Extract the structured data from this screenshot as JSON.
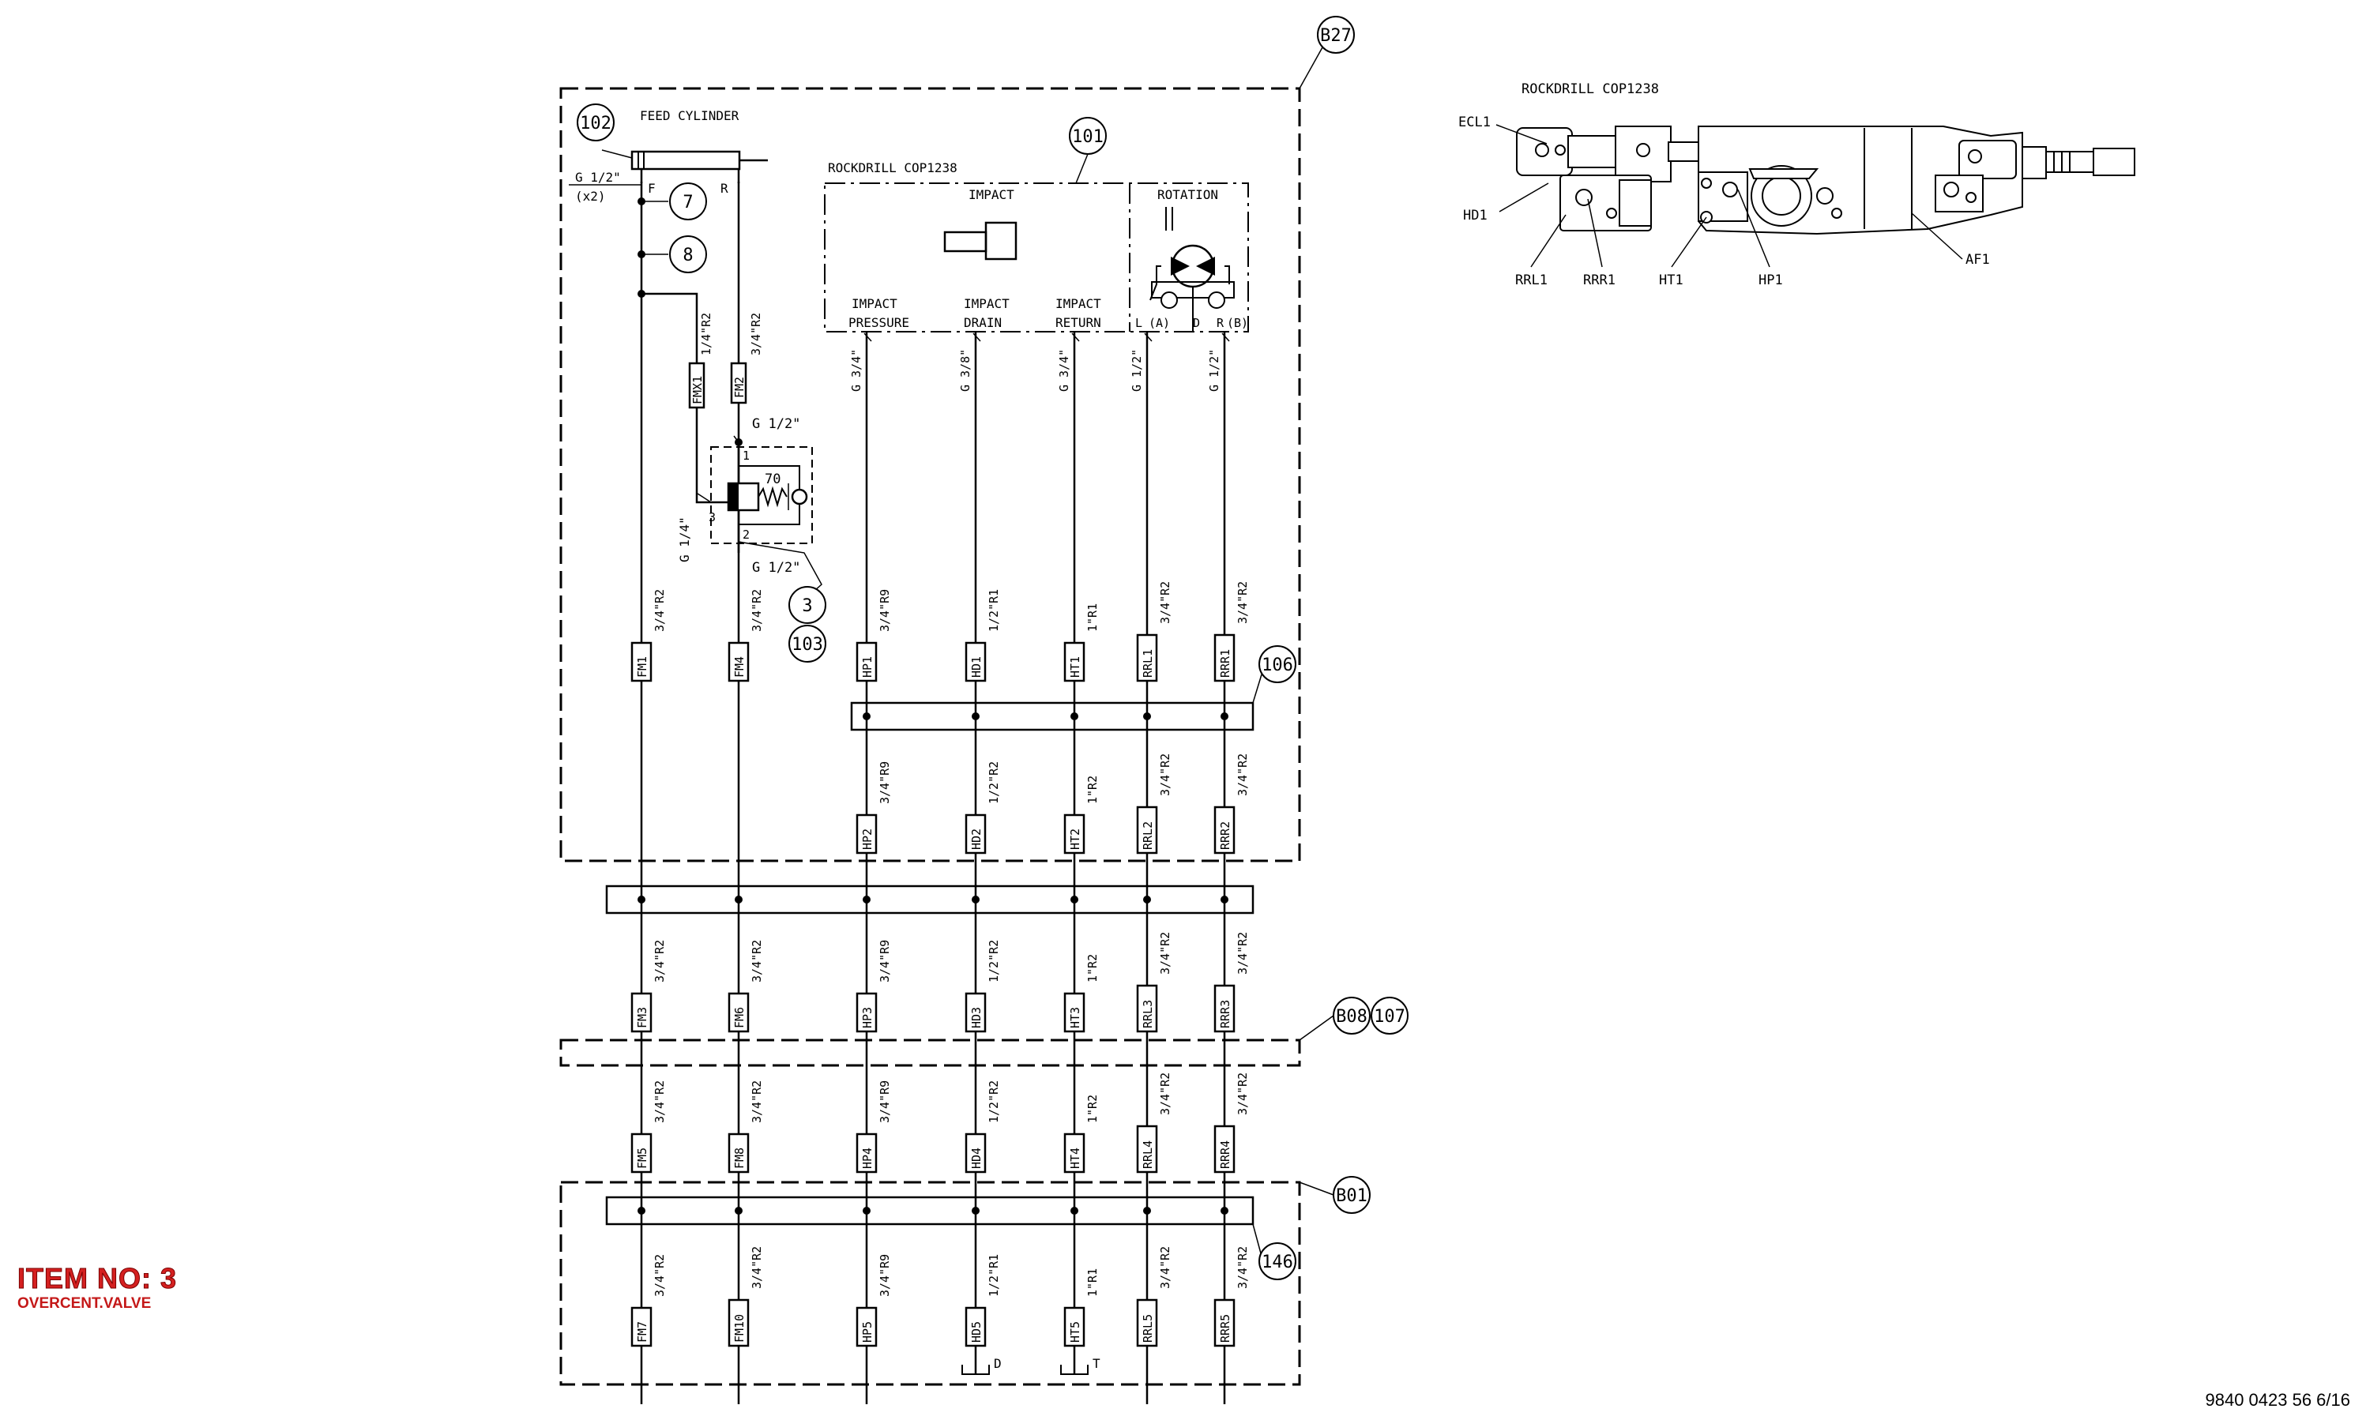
{
  "sheet": {
    "item_label": "ITEM NO: 3",
    "item_description": "OVERCENT.VALVE",
    "document_number": "9840 0423 56 6/16"
  },
  "balloons": {
    "b27": "B27",
    "b08": "B08",
    "b01": "B01",
    "n101": "101",
    "n102": "102",
    "n103": "103",
    "n106": "106",
    "n107": "107",
    "n146": "146",
    "n3": "3",
    "n7": "7",
    "n8": "8"
  },
  "feed_cylinder": {
    "title": "FEED CYLINDER",
    "port_size": "G 1/2\"",
    "port_qty": "(x2)",
    "port_f": "F",
    "port_r": "R"
  },
  "overcentre_valve": {
    "setting": "70",
    "port_1": "1",
    "port_2": "2",
    "port_3": "3",
    "top_size": "G 1/2\"",
    "bottom_size": "G 1/2\"",
    "side_size": "G 1/4\""
  },
  "rockdrill": {
    "title": "ROCKDRILL  COP1238",
    "impact_label": "IMPACT",
    "rotation_label": "ROTATION",
    "ports": [
      "IMPACT\nPRESSURE",
      "IMPACT\nDRAIN",
      "IMPACT\nRETURN"
    ],
    "port_sizes": [
      "G 3/4\"",
      "G 3/8\"",
      "G 3/4\"",
      "G 1/2\"",
      "G 1/2\""
    ],
    "rotation_ports": {
      "l": "L",
      "a": "(A)",
      "d": "D",
      "r": "R",
      "b": "(B)"
    }
  },
  "feed_hoses": {
    "fmx1": {
      "tag": "FMX1",
      "spec": "1/4\"R2"
    },
    "fm2": {
      "tag": "FM2",
      "spec": "3/4\"R2"
    }
  },
  "hose_lines": [
    {
      "rows": [
        [
          "FM1",
          "3/4\"R2"
        ],
        [
          "FM3",
          "3/4\"R2"
        ],
        [
          "FM5",
          "3/4\"R2"
        ],
        [
          "FM7",
          "3/4\"R2"
        ]
      ],
      "upper": []
    },
    {
      "rows": [
        [
          "FM4",
          "3/4\"R2"
        ],
        [
          "FM6",
          "3/4\"R2"
        ],
        [
          "FM8",
          "3/4\"R2"
        ],
        [
          "FM10",
          "3/4\"R2"
        ]
      ],
      "upper": []
    },
    {
      "rows": [
        [
          "HP1",
          "3/4\"R9"
        ],
        [
          "HP2",
          "3/4\"R9"
        ],
        [
          "HP3",
          "3/4\"R9"
        ],
        [
          "HP4",
          "3/4\"R9"
        ],
        [
          "HP5",
          "3/4\"R9"
        ]
      ]
    },
    {
      "rows": [
        [
          "HD1",
          "1/2\"R1"
        ],
        [
          "HD2",
          "1/2\"R2"
        ],
        [
          "HD3",
          "1/2\"R2"
        ],
        [
          "HD4",
          "1/2\"R2"
        ],
        [
          "HD5",
          "1/2\"R1"
        ]
      ]
    },
    {
      "rows": [
        [
          "HT1",
          "1\"R1"
        ],
        [
          "HT2",
          "1\"R2"
        ],
        [
          "HT3",
          "1\"R2"
        ],
        [
          "HT4",
          "1\"R2"
        ],
        [
          "HT5",
          "1\"R1"
        ]
      ]
    },
    {
      "rows": [
        [
          "RRL1",
          "3/4\"R2"
        ],
        [
          "RRL2",
          "3/4\"R2"
        ],
        [
          "RRL3",
          "3/4\"R2"
        ],
        [
          "RRL4",
          "3/4\"R2"
        ],
        [
          "RRL5",
          "3/4\"R2"
        ]
      ]
    },
    {
      "rows": [
        [
          "RRR1",
          "3/4\"R2"
        ],
        [
          "RRR2",
          "3/4\"R2"
        ],
        [
          "RRR3",
          "3/4\"R2"
        ],
        [
          "RRR4",
          "3/4\"R2"
        ],
        [
          "RRR5",
          "3/4\"R2"
        ]
      ]
    }
  ],
  "tank_symbols": {
    "drain": "D",
    "tank": "T"
  },
  "photo_view": {
    "title": "ROCKDRILL  COP1238",
    "callouts": [
      "ECL1",
      "HD1",
      "RRL1",
      "RRR1",
      "HT1",
      "HP1",
      "AF1"
    ]
  }
}
